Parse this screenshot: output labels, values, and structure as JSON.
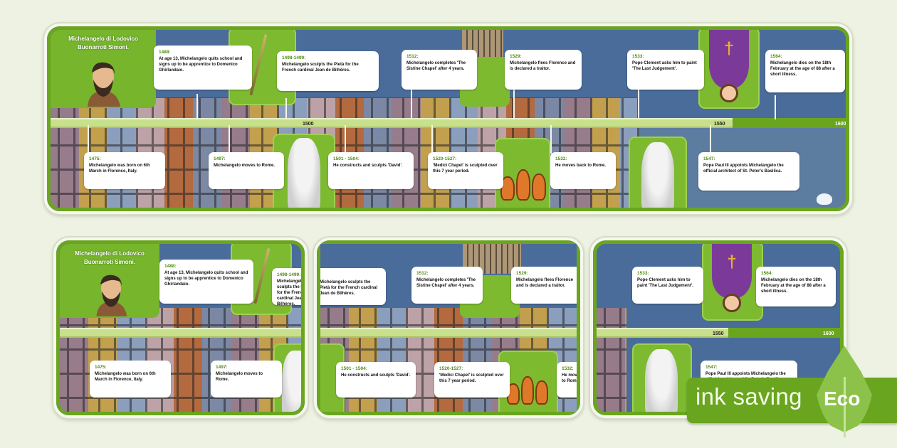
{
  "title": "Michelangelo di Lodovico Buonarroti Simoni.",
  "colors": {
    "brand_green": "#6aa51f",
    "light_green": "#c8df8c",
    "year_green": "#4f8a12",
    "sky_blue": "#4a6c9a",
    "background": "#eef2e2"
  },
  "timeline": {
    "ticks": [
      "1500",
      "1550",
      "1600"
    ],
    "events_top": [
      {
        "year": "1488:",
        "text": "At age 13, Michelangelo quits school and signs up to be apprentice to Domenico Ghirlandaio."
      },
      {
        "year": "1498-1499:",
        "text": "Michelangelo sculpts the Pietà for the French cardinal Jean de Bilhères."
      },
      {
        "year": "1512:",
        "text": "Michelangelo completes 'The Sistine Chapel' after 4 years."
      },
      {
        "year": "1529:",
        "text": "Michelangelo flees Florence and is declared a traitor."
      },
      {
        "year": "1533:",
        "text": "Pope Clement asks him to paint 'The Last Judgement'."
      },
      {
        "year": "1564:",
        "text": "Michelangelo dies on the 18th February at the age of 88 after a short illness."
      }
    ],
    "events_bottom": [
      {
        "year": "1475:",
        "text": "Michelangelo was born on 6th March in Florence, Italy."
      },
      {
        "year": "1497:",
        "text": "Michelangelo moves to Rome."
      },
      {
        "year": "1501 - 1504:",
        "text": "He constructs and sculpts 'David'."
      },
      {
        "year": "1520-1527:",
        "text": "'Medici Chapel' is sculpted over this 7 year period."
      },
      {
        "year": "1532:",
        "text": "He moves back to Rome."
      },
      {
        "year": "1547:",
        "text": "Pope Paul III appoints Michelangelo the official architect of St. Peter's Basilica."
      }
    ]
  },
  "icons": [
    "portrait-image",
    "paintbrush-image",
    "david-statue-image",
    "pots-image",
    "sistine-tower-image",
    "pope-image",
    "dying-slave-statue-image",
    "brand-logo-icon",
    "leaf-icon"
  ],
  "badge": {
    "label": "ink saving",
    "eco": "Eco"
  }
}
